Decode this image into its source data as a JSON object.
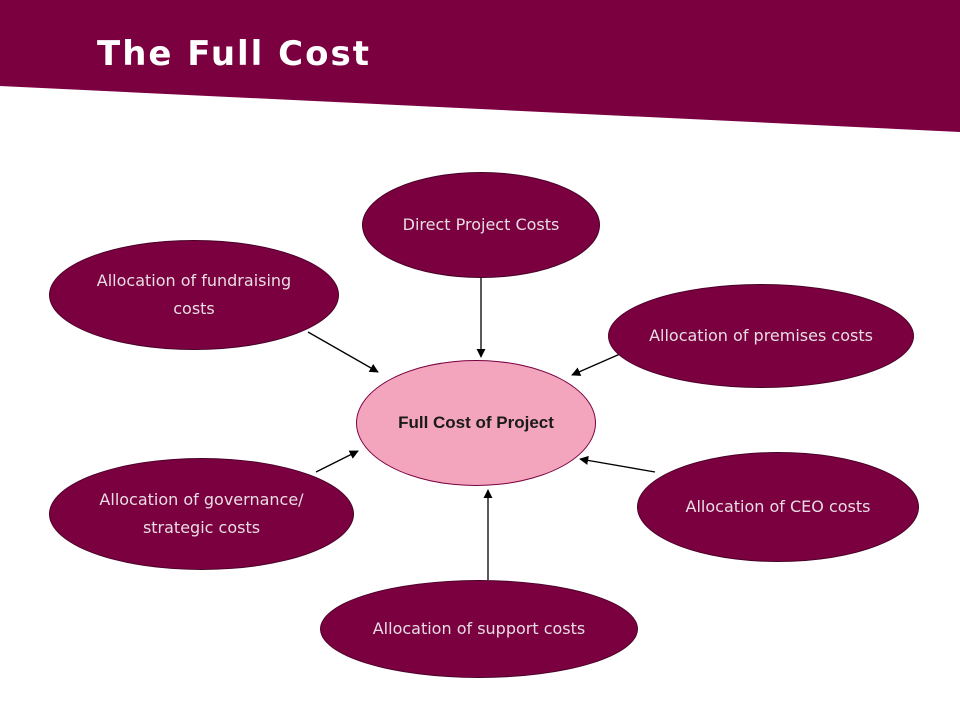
{
  "title": "The Full Cost",
  "colors": {
    "banner": "#7a0040",
    "outer_node": "#7a0040",
    "center_node": "#f2a5bd",
    "arrow": "#000000"
  },
  "diagram": {
    "center": {
      "label": "Full Cost of Project"
    },
    "nodes": [
      {
        "id": "direct",
        "label": "Direct Project Costs"
      },
      {
        "id": "fundraising",
        "label": "Allocation of fundraising costs"
      },
      {
        "id": "premises",
        "label": "Allocation of premises costs"
      },
      {
        "id": "governance",
        "label": "Allocation of governance/ strategic costs"
      },
      {
        "id": "ceo",
        "label": "Allocation of CEO costs"
      },
      {
        "id": "support",
        "label": "Allocation of support costs"
      }
    ]
  }
}
